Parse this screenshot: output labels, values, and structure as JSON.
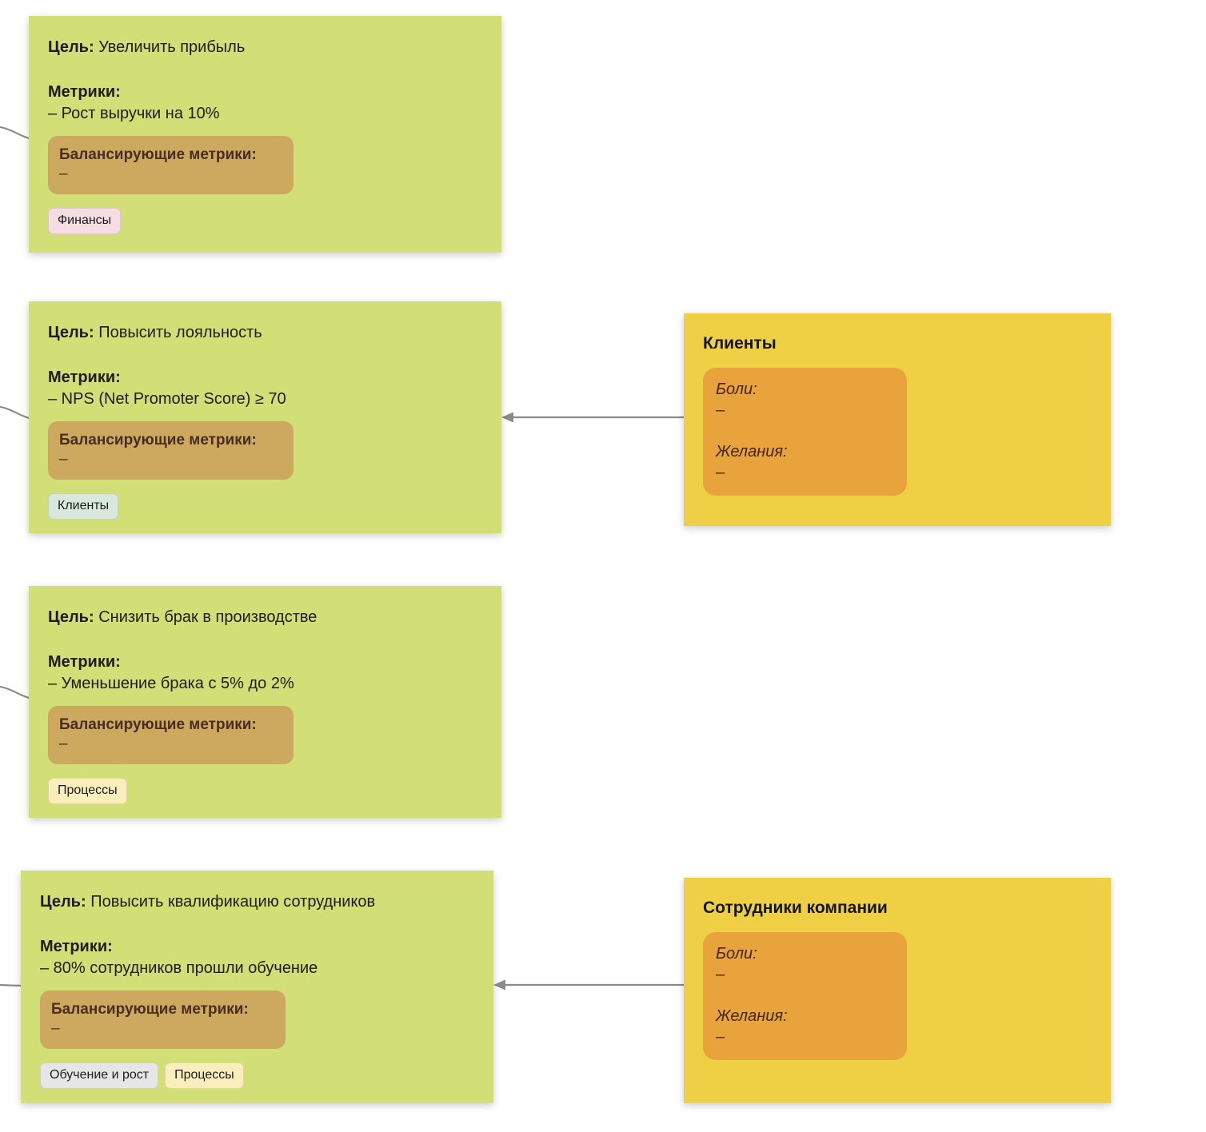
{
  "board": {
    "background_color": "#ffffff",
    "goal_card_color": "#d2df76",
    "stakeholder_card_color": "#efd045",
    "balance_box_color": "#cda95f",
    "pain_box_color": "#e8a33c",
    "connector_color": "#8a8a8a"
  },
  "labels": {
    "goal_prefix": "Цель:",
    "metrics_head": "Метрики:",
    "balance_head": "Балансирующие метрики:",
    "empty_dash": "–",
    "pains_label": "Боли:",
    "wishes_label": "Желания:"
  },
  "goals": [
    {
      "title": "Увеличить прибыль",
      "metric": "– Рост выручки на 10%",
      "balancing": "–",
      "tags": [
        {
          "label": "Финансы",
          "color": "#f6dde4"
        }
      ]
    },
    {
      "title": "Повысить лояльность",
      "metric": "– NPS (Net Promoter Score) ≥ 70",
      "balancing": "–",
      "tags": [
        {
          "label": "Клиенты",
          "color": "#d8e8dc"
        }
      ]
    },
    {
      "title": "Снизить брак в производстве",
      "metric": "– Уменьшение брака с 5% до 2%",
      "balancing": "–",
      "tags": [
        {
          "label": "Процессы",
          "color": "#faeebc"
        }
      ]
    },
    {
      "title": "Повысить квалификацию сотрудников",
      "metric": "– 80% сотрудников прошли обучение",
      "balancing": "–",
      "tags": [
        {
          "label": "Обучение и рост",
          "color": "#e6e6e6"
        },
        {
          "label": "Процессы",
          "color": "#faeebc"
        }
      ]
    }
  ],
  "stakeholders": [
    {
      "title": "Клиенты",
      "pains": "–",
      "wishes": "–"
    },
    {
      "title": "Сотрудники компании",
      "pains": "–",
      "wishes": "–"
    }
  ]
}
